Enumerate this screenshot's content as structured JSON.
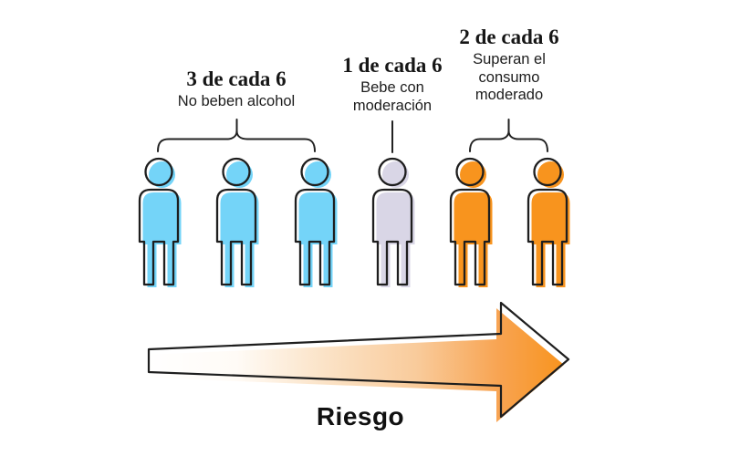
{
  "chart_data": {
    "type": "bar",
    "style": "pictogram-people",
    "title": "",
    "unit_total": 6,
    "categories": [
      "No beben alcohol",
      "Bebe con moderación",
      "Superan el consumo moderado"
    ],
    "values": [
      3,
      1,
      2
    ],
    "value_labels": [
      "3 de cada 6",
      "1 de cada 6",
      "2 de cada 6"
    ],
    "series_colors": [
      "#74D4F8",
      "#D9D6E6",
      "#F8941E"
    ],
    "xlabel": "Riesgo",
    "ylabel": "",
    "legend_position": "none",
    "grid": false,
    "annotations": [
      "arrow pointing right with white-to-orange gradient labelled Riesgo"
    ]
  },
  "groups": [
    {
      "title": "3 de cada 6",
      "subtitle": "No beben alcohol",
      "count": 3
    },
    {
      "title": "1 de cada 6",
      "subtitle": "Bebe con moderación",
      "count": 1
    },
    {
      "title": "2 de cada 6",
      "subtitle": "Superan el consumo moderado",
      "count": 2
    }
  ],
  "arrow": {
    "label": "Riesgo",
    "gradient_from": "#FFFFFF",
    "gradient_to": "#F8941E"
  },
  "colors": {
    "blue": "#74D4F8",
    "gray": "#D9D6E6",
    "orange": "#F8941E",
    "outline": "#1E1E1E",
    "background": "#FFFFFF"
  }
}
